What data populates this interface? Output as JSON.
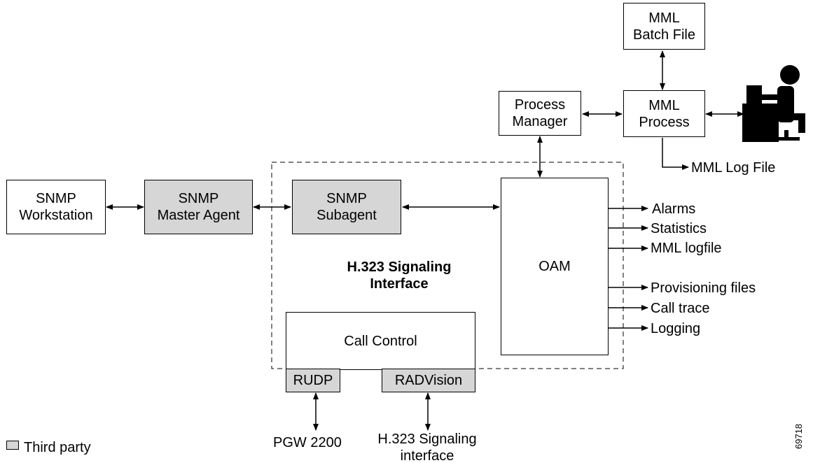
{
  "nodes": {
    "snmp_workstation": "SNMP\nWorkstation",
    "snmp_master_agent": "SNMP\nMaster Agent",
    "snmp_subagent": "SNMP\nSubagent",
    "oam": "OAM",
    "process_manager": "Process\nManager",
    "mml_process": "MML\nProcess",
    "mml_batch_file": "MML\nBatch File",
    "call_control": "Call Control",
    "rudp": "RUDP",
    "radvision": "RADVision"
  },
  "boundary_label": "H.323 Signaling\nInterface",
  "outputs": {
    "mml_log_file": "MML Log File",
    "alarms": "Alarms",
    "statistics": "Statistics",
    "mml_logfile": "MML logfile",
    "provisioning_files": "Provisioning files",
    "call_trace": "Call trace",
    "logging": "Logging"
  },
  "external": {
    "pgw": "PGW 2200",
    "h323_interface": "H.323 Signaling\ninterface"
  },
  "legend": {
    "label": "Third party",
    "swatch_color": "#d6d6d6"
  },
  "figure_id": "69718",
  "icons": {
    "operator": "user-at-terminal-icon"
  }
}
